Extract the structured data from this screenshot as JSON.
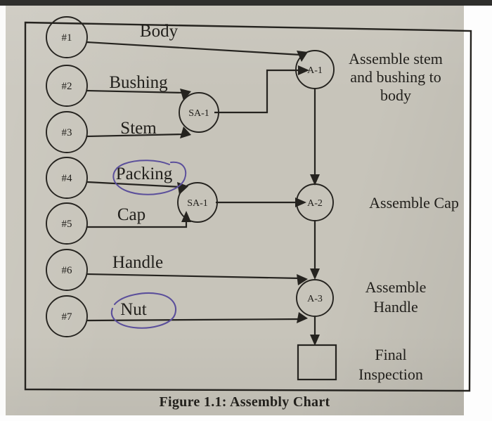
{
  "figure": {
    "caption": "Figure 1.1: Assembly Chart",
    "paper_color": "#c7c4ba",
    "ink_color": "#25231f",
    "pen_annotation_color": "#5b4f9b"
  },
  "chart_data": {
    "type": "diagram",
    "diagram_kind": "assembly-chart",
    "title": "Figure 1.1: Assembly Chart",
    "parts": [
      {
        "id": "#1",
        "component": "Body",
        "feeds": "A-1",
        "annotated": false
      },
      {
        "id": "#2",
        "component": "Bushing",
        "feeds": "SA-1",
        "annotated": false
      },
      {
        "id": "#3",
        "component": "Stem",
        "feeds": "SA-1",
        "annotated": false
      },
      {
        "id": "#4",
        "component": "Packing",
        "feeds": "SA-1",
        "annotated": true
      },
      {
        "id": "#5",
        "component": "Cap",
        "feeds": "SA-1",
        "annotated": true
      },
      {
        "id": "#6",
        "component": "Handle",
        "feeds": "A-3",
        "annotated": false
      },
      {
        "id": "#7",
        "component": "Nut",
        "feeds": "A-3",
        "annotated": true
      }
    ],
    "subassemblies": [
      {
        "id": "SA-1",
        "inputs": [
          "#2",
          "#3"
        ],
        "output": "A-1"
      },
      {
        "id": "SA-1",
        "inputs": [
          "#4",
          "#5"
        ],
        "output": "A-2"
      }
    ],
    "assemblies": [
      {
        "id": "A-1",
        "operation": "Assemble stem and bushing to body",
        "inputs": [
          "#1",
          "SA-1"
        ],
        "output": "A-2"
      },
      {
        "id": "A-2",
        "operation": "Assemble Cap",
        "inputs": [
          "A-1",
          "SA-1"
        ],
        "output": "A-3"
      },
      {
        "id": "A-3",
        "operation": "Assemble Handle",
        "inputs": [
          "A-2",
          "#6",
          "#7"
        ],
        "output": "Final Inspection"
      }
    ],
    "inspection": {
      "shape": "square",
      "operation": "Final Inspection"
    },
    "annotations": [
      {
        "kind": "hand-circle",
        "target": "Packing",
        "color": "#5b4f9b"
      },
      {
        "kind": "hand-circle",
        "target": "Nut",
        "color": "#5b4f9b"
      }
    ]
  },
  "parts": {
    "p1": {
      "id": "#1",
      "label": "Body"
    },
    "p2": {
      "id": "#2",
      "label": "Bushing"
    },
    "p3": {
      "id": "#3",
      "label": "Stem"
    },
    "p4": {
      "id": "#4",
      "label": "Packing"
    },
    "p5": {
      "id": "#5",
      "label": "Cap"
    },
    "p6": {
      "id": "#6",
      "label": "Handle"
    },
    "p7": {
      "id": "#7",
      "label": "Nut"
    }
  },
  "nodes": {
    "sa1_top": "SA-1",
    "sa1_mid": "SA-1",
    "a1": "A-1",
    "a2": "A-2",
    "a3": "A-3"
  },
  "operations": {
    "a1_line1": "Assemble stem",
    "a1_line2": "and bushing to",
    "a1_line3": "body",
    "a2": "Assemble Cap",
    "a3_line1": "Assemble",
    "a3_line2": "Handle",
    "insp_line1": "Final",
    "insp_line2": "Inspection"
  }
}
